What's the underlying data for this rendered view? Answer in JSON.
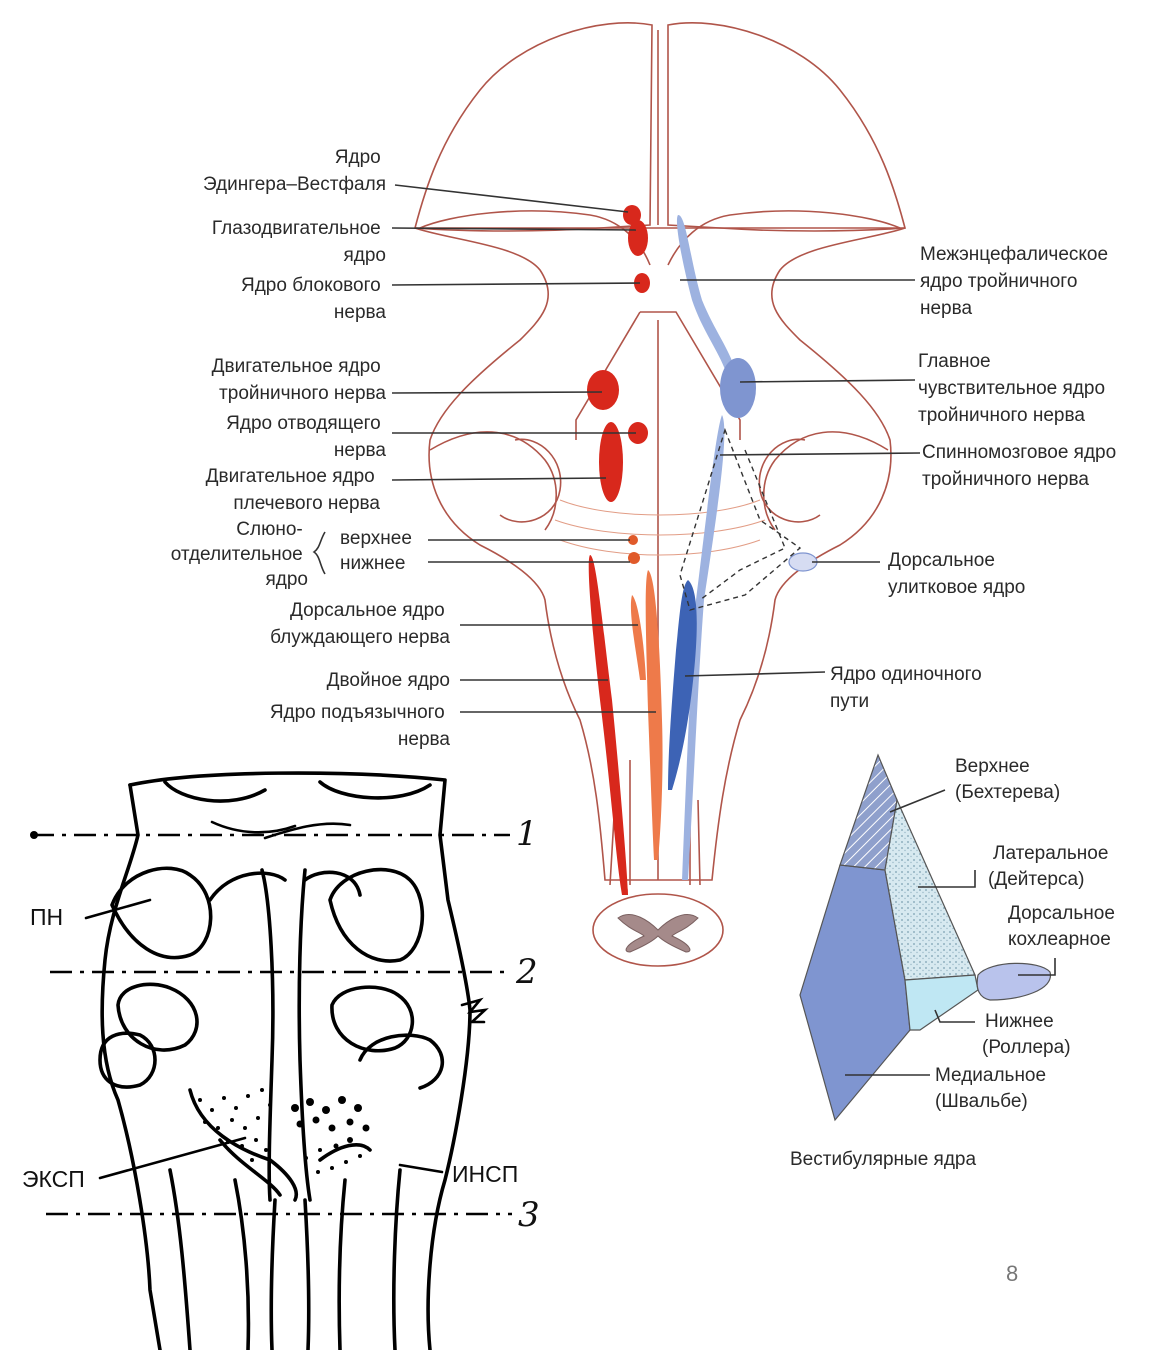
{
  "main_figure": {
    "left_labels": [
      [
        "Ядро",
        "Эдингера–Вестфаля"
      ],
      [
        "Глазодвигательное",
        "ядро"
      ],
      [
        "Ядро блокового",
        "нерва"
      ],
      [
        "Двигательное ядро",
        "тройничного нерва"
      ],
      [
        "Ядро отводящего",
        "нерва"
      ],
      [
        "Двигательное ядро",
        "плечевого нерва"
      ],
      [
        "Слюно-",
        "отделительное",
        "ядро"
      ],
      [
        "верхнее",
        "нижнее"
      ],
      [
        "Дорсальное ядро",
        "блуждающего нерва"
      ],
      [
        "Двойное ядро"
      ],
      [
        "Ядро подъязычного",
        "нерва"
      ]
    ],
    "right_labels": [
      [
        "Межэнцефалическое",
        "ядро тройничного",
        "нерва"
      ],
      [
        "Главное",
        "чувствительное ядро",
        "тройничного нерва"
      ],
      [
        "Спинномозговое ядро",
        "тройничного нерва"
      ],
      [
        "Дорсальное",
        "улитковое ядро"
      ],
      [
        "Ядро одиночного",
        "пути"
      ]
    ],
    "colors": {
      "brainstem": "#f7cbb2",
      "outline": "#b0554a",
      "motor_nuclei": "#d8281c",
      "motor_light": "#ee7a4a",
      "sensory_nuclei": "#3d63b5",
      "sensory_light": "#9db2e0"
    }
  },
  "vestibular_figure": {
    "labels": [
      [
        "Верхнее",
        "(Бехтерева)"
      ],
      [
        "Латеральное",
        "(Дейтерса)"
      ],
      [
        "Дорсальное",
        "кохлеарное"
      ],
      [
        "Нижнее",
        "(Роллера)"
      ],
      [
        "Медиальное",
        "(Швальбе)"
      ]
    ],
    "caption": "Вестибулярные ядра",
    "colors": {
      "medial": "#7f95d0",
      "upper": "#8fa0cc",
      "lateral": "#cfe3ec",
      "lower": "#bfe7f3",
      "cochlear": "#b9c3ec"
    }
  },
  "sketch_figure": {
    "labels": [
      "ПН",
      "ЭКСП",
      "ИНСП"
    ],
    "line_numbers": [
      "1",
      "2",
      "3"
    ]
  },
  "page_number": "8"
}
